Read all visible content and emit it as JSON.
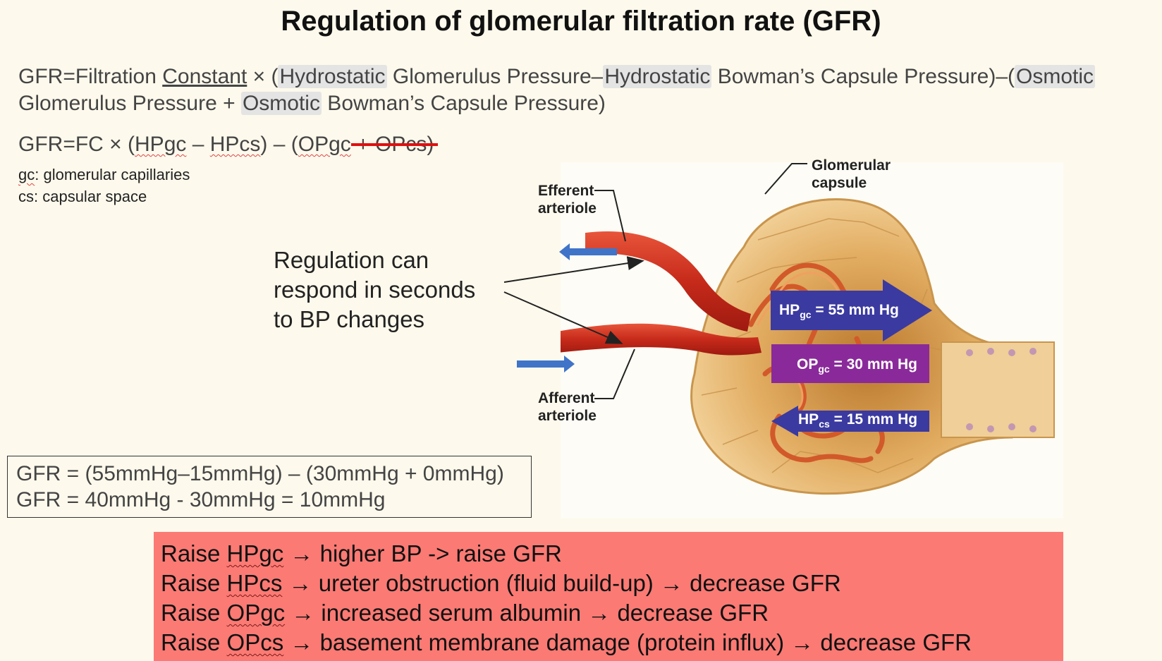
{
  "title": "Regulation of glomerular filtration rate (GFR)",
  "formula_full": {
    "p1": "GFR=Filtration ",
    "constant": "Constant",
    "p2": " × (",
    "hydro1": "Hydrostatic",
    "p3": " Glomerulus Pressure–",
    "hydro2": "Hydrostatic",
    "p4": " Bowman’s Capsule Pressure)–(",
    "osm1": "Osmotic",
    "p5": " Glomerulus Pressure + ",
    "osm2": "Osmotic",
    "p6": " Bowman’s Capsule Pressure)"
  },
  "formula_short": {
    "prefix": "GFR=FC × (",
    "hpgc": "HPgc",
    "minus1": " – ",
    "hpcs": "HPcs",
    "mid": ") – (",
    "opgc": "OPgc",
    "struck": " + OPcs)"
  },
  "definitions": {
    "gc_abbr": "gc",
    "gc_text": ": glomerular capillaries",
    "cs_abbr": "cs",
    "cs_text": ": capsular space"
  },
  "regulation_note": [
    "Regulation can",
    "respond in seconds",
    "to BP changes"
  ],
  "calculation": [
    "GFR = (55mmHg–15mmHg) – (30mmHg + 0mmHg)",
    "GFR = 40mmHg - 30mmHg = 10mmHg"
  ],
  "effects": [
    {
      "pre": "Raise ",
      "term": "HPgc",
      "post": " → higher BP -> raise GFR"
    },
    {
      "pre": "Raise ",
      "term": "HPcs",
      "post": " → ureter obstruction (fluid build-up) → decrease GFR"
    },
    {
      "pre": "Raise ",
      "term": "OPgc",
      "post": " → increased serum albumin → decrease GFR"
    },
    {
      "pre": "Raise ",
      "term": "OPcs",
      "post": " → basement membrane damage (protein influx) → decrease GFR"
    }
  ],
  "figure": {
    "efferent_label": [
      "Efferent",
      "arteriole"
    ],
    "afferent_label": [
      "Afferent",
      "arteriole"
    ],
    "capsule_label": [
      "Glomerular",
      "capsule"
    ],
    "pressures": {
      "hp_gc": {
        "main": "HP",
        "sub": "gc",
        "value": " = 55 mm Hg"
      },
      "op_gc": {
        "main": "OP",
        "sub": "gc",
        "value": " = 30 mm Hg"
      },
      "hp_cs": {
        "main": "HP",
        "sub": "cs",
        "value": " = 15 mm Hg"
      }
    }
  },
  "colors": {
    "background": "#fdf9ec",
    "effects_box": "#fc7a74",
    "pressure_blue": "#3b3aa0",
    "pressure_purple": "#8a2a9a",
    "flow_arrow": "#3f74c9",
    "strike": "#e01010",
    "arteriole": "#d23a22",
    "capsule": "#e8b873"
  }
}
